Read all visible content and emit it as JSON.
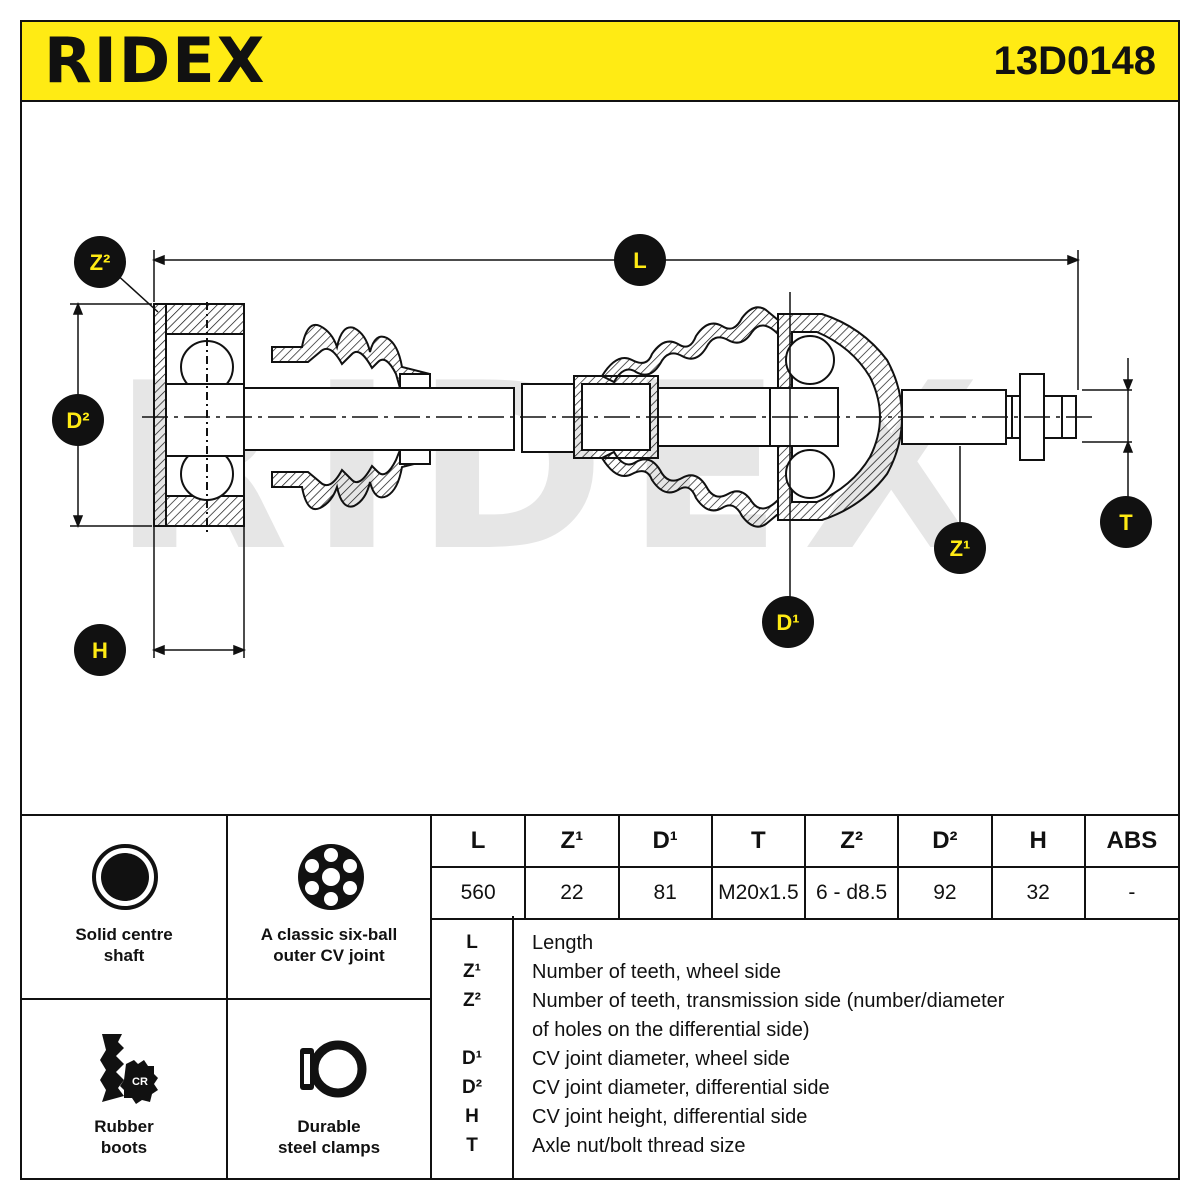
{
  "header": {
    "brand": "RIDEX",
    "part_number": "13D0148",
    "accent_color": "#ffeb14"
  },
  "watermark": "RIDEX",
  "diagram": {
    "callouts": {
      "L": "L",
      "Z2": "Z²",
      "D2": "D²",
      "H": "H",
      "D1": "D¹",
      "Z1": "Z¹",
      "T": "T"
    }
  },
  "features": [
    {
      "icon": "solid-shaft-icon",
      "label_1": "Solid centre",
      "label_2": "shaft"
    },
    {
      "icon": "six-ball-joint-icon",
      "label_1": "A classic six-ball",
      "label_2": "outer CV joint"
    },
    {
      "icon": "rubber-boot-icon",
      "label_1": "Rubber",
      "label_2": "boots",
      "badge": "CR"
    },
    {
      "icon": "clamp-icon",
      "label_1": "Durable",
      "label_2": "steel clamps"
    }
  ],
  "specs": {
    "headers": [
      "L",
      "Z¹",
      "D¹",
      "T",
      "Z²",
      "D²",
      "H",
      "ABS"
    ],
    "values": [
      "560",
      "22",
      "81",
      "M20x1.5",
      "6 - d8.5",
      "92",
      "32",
      "-"
    ]
  },
  "legend": [
    {
      "key": "L",
      "text": "Length"
    },
    {
      "key": "Z¹",
      "text": "Number of teeth, wheel side"
    },
    {
      "key": "Z²",
      "text": "Number of teeth, transmission side (number/diameter"
    },
    {
      "key": "",
      "text": "of holes on the differential side)"
    },
    {
      "key": "D¹",
      "text": "CV joint diameter, wheel side"
    },
    {
      "key": "D²",
      "text": "CV joint diameter, differential side"
    },
    {
      "key": "H",
      "text": "CV joint height, differential side"
    },
    {
      "key": "T",
      "text": "Axle nut/bolt thread size"
    }
  ]
}
